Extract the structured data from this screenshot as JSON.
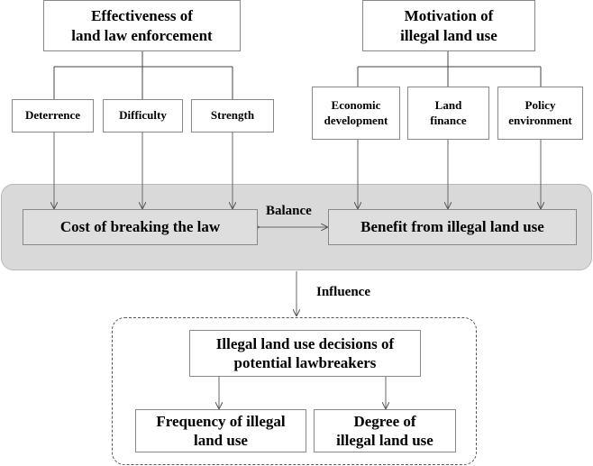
{
  "top_left": {
    "title": "Effectiveness of\nland law enforcement"
  },
  "top_right": {
    "title": "Motivation of\nillegal land use"
  },
  "left_factors": [
    "Deterrence",
    "Difficulty",
    "Strength"
  ],
  "right_factors": [
    "Economic\ndevelopment",
    "Land\nfinance",
    "Policy\nenvironment"
  ],
  "cost_box": "Cost of breaking the law",
  "benefit_box": "Benefit from illegal land use",
  "balance_label": "Balance",
  "influence_label": "Influence",
  "decision_box": "Illegal land use decisions of\npotential lawbreakers",
  "outcomes": [
    "Frequency of illegal\nland use",
    "Degree of\nillegal land use"
  ]
}
